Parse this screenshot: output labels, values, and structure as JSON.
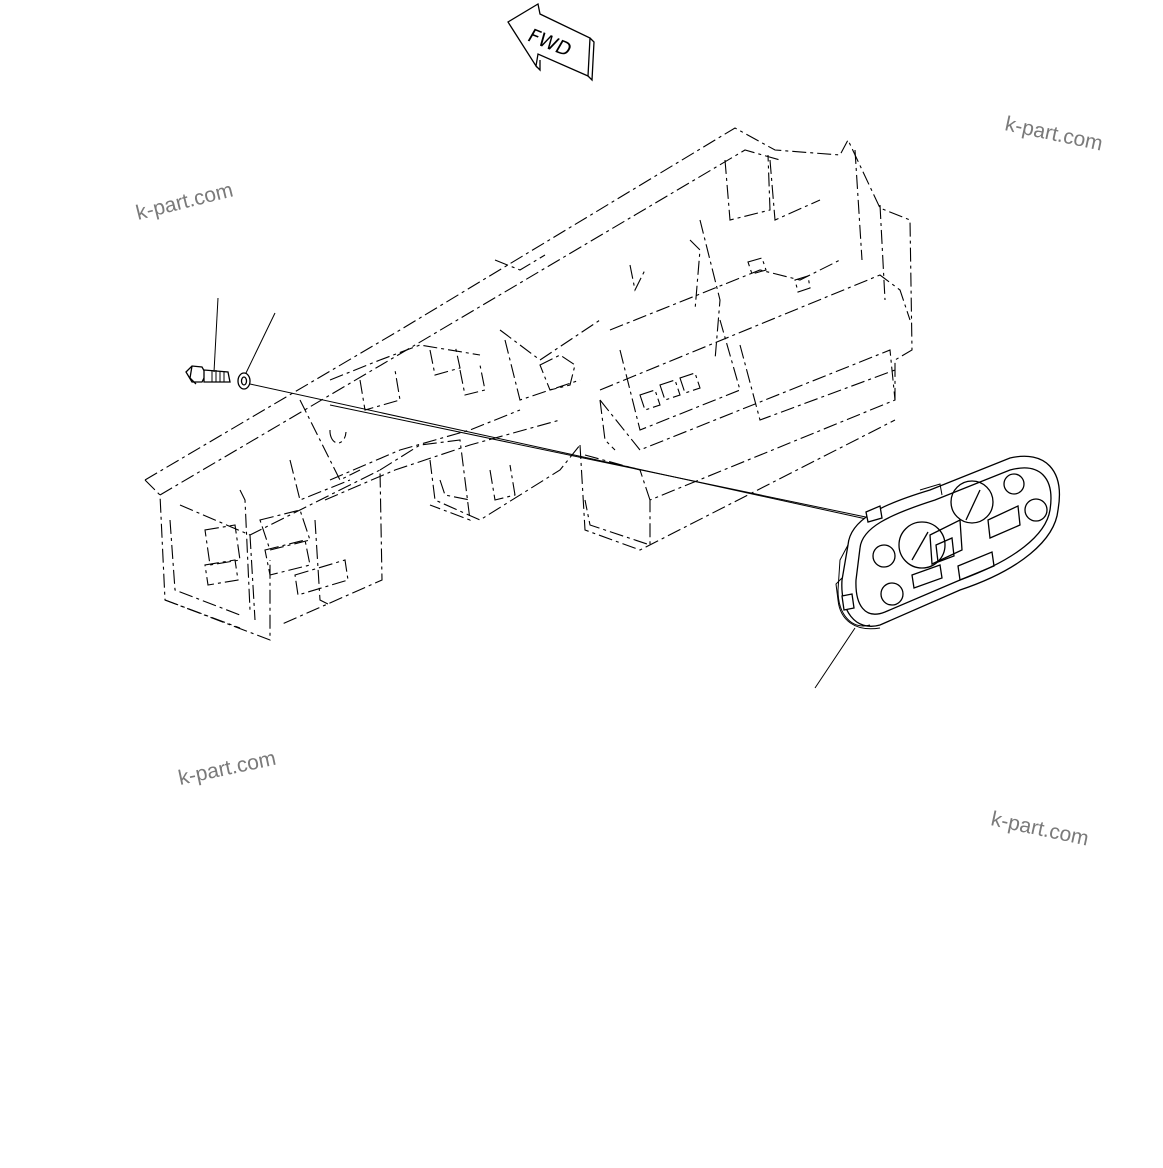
{
  "direction_arrow": {
    "label": "FWD"
  },
  "watermarks": [
    "k-part.com",
    "k-part.com",
    "k-part.com",
    "k-part.com"
  ],
  "parts": [
    {
      "name": "bolt"
    },
    {
      "name": "washer"
    },
    {
      "name": "instrument-cluster"
    }
  ],
  "colors": {
    "line": "#000000",
    "watermark": "#7a7a7a",
    "background": "#ffffff"
  }
}
